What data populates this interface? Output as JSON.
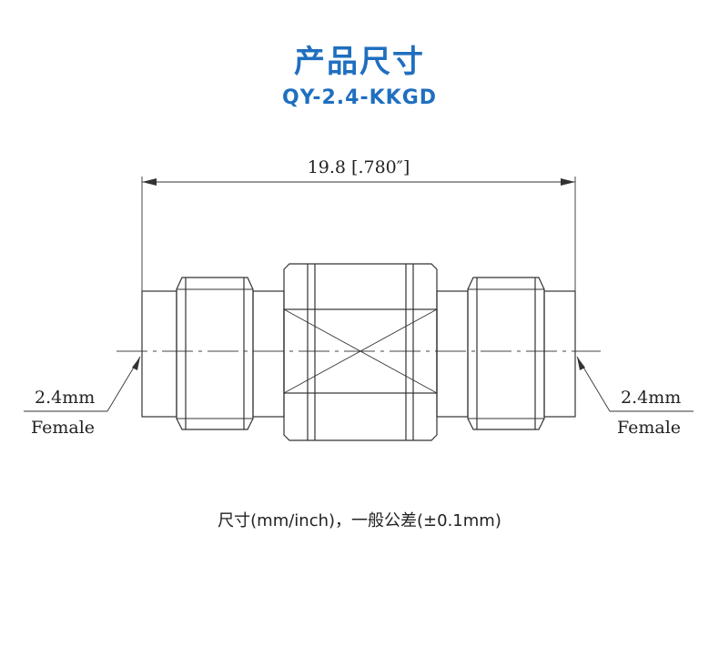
{
  "header": {
    "title": "产品尺寸",
    "model": "QY-2.4-KKGD"
  },
  "dimensions": {
    "overall_length": "19.8 [.780″]",
    "left_port_size": "2.4mm",
    "left_port_gender": "Female",
    "right_port_size": "2.4mm",
    "right_port_gender": "Female"
  },
  "footer": {
    "note": "尺寸(mm/inch)，一般公差(±0.1mm)"
  },
  "colors": {
    "title": "#1f6fbf",
    "line": "#333333"
  }
}
